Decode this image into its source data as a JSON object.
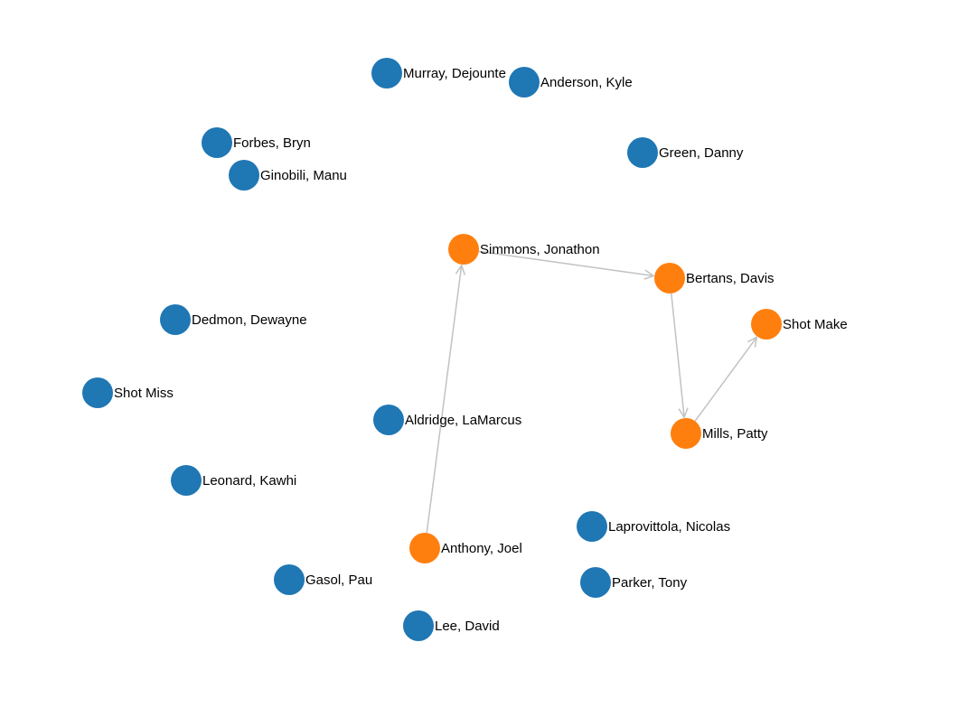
{
  "colors": {
    "default_node": "#1f77b4",
    "highlight_node": "#ff7f0e",
    "edge": "#c2c2c2",
    "label": "#000000"
  },
  "nodes": [
    {
      "id": "murray",
      "label": "Murray, Dejounte",
      "highlighted": false
    },
    {
      "id": "anderson",
      "label": "Anderson, Kyle",
      "highlighted": false
    },
    {
      "id": "forbes",
      "label": "Forbes, Bryn",
      "highlighted": false
    },
    {
      "id": "ginobili",
      "label": "Ginobili, Manu",
      "highlighted": false
    },
    {
      "id": "green",
      "label": "Green, Danny",
      "highlighted": false
    },
    {
      "id": "simmons",
      "label": "Simmons, Jonathon",
      "highlighted": true
    },
    {
      "id": "bertans",
      "label": "Bertans, Davis",
      "highlighted": true
    },
    {
      "id": "shotmake",
      "label": "Shot Make",
      "highlighted": true
    },
    {
      "id": "dedmon",
      "label": "Dedmon, Dewayne",
      "highlighted": false
    },
    {
      "id": "shotmiss",
      "label": "Shot Miss",
      "highlighted": false
    },
    {
      "id": "aldridge",
      "label": "Aldridge, LaMarcus",
      "highlighted": false
    },
    {
      "id": "mills",
      "label": "Mills, Patty",
      "highlighted": true
    },
    {
      "id": "leonard",
      "label": "Leonard, Kawhi",
      "highlighted": false
    },
    {
      "id": "laprovittola",
      "label": "Laprovittola, Nicolas",
      "highlighted": false
    },
    {
      "id": "anthony",
      "label": "Anthony, Joel",
      "highlighted": true
    },
    {
      "id": "gasol",
      "label": "Gasol, Pau",
      "highlighted": false
    },
    {
      "id": "parker",
      "label": "Parker, Tony",
      "highlighted": false
    },
    {
      "id": "lee",
      "label": "Lee, David",
      "highlighted": false
    }
  ],
  "edges": [
    {
      "source": "anthony",
      "target": "simmons"
    },
    {
      "source": "simmons",
      "target": "bertans"
    },
    {
      "source": "bertans",
      "target": "mills"
    },
    {
      "source": "mills",
      "target": "shotmake"
    }
  ]
}
